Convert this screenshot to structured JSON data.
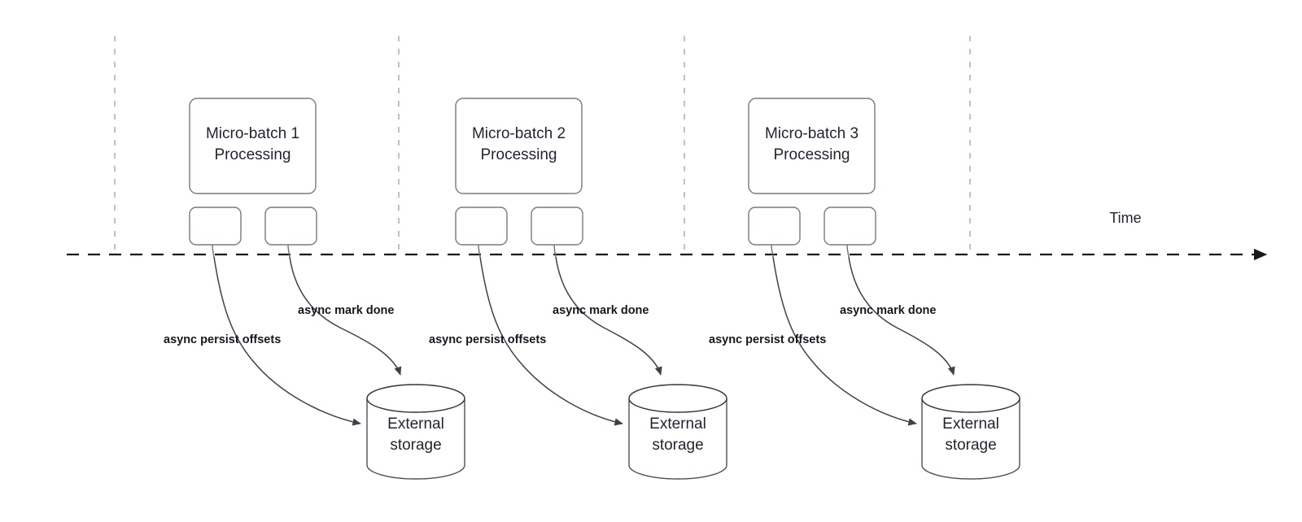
{
  "diagram": {
    "title_axis": "Time",
    "colors": {
      "box_stroke": "#767b84",
      "cylinder_stroke": "#4c525c",
      "timeline": "#16191f",
      "guide": "#b6b9bd",
      "text": "#1f2430",
      "edge_label": "#14181f"
    },
    "batches": [
      {
        "id": "batch-1",
        "title_line1": "Micro-batch 1",
        "title_line2": "Processing",
        "storage_line1": "External",
        "storage_line2": "storage",
        "edge_persist": "async persist offsets",
        "edge_mark": "async mark done"
      },
      {
        "id": "batch-2",
        "title_line1": "Micro-batch 2",
        "title_line2": "Processing",
        "storage_line1": "External",
        "storage_line2": "storage",
        "edge_persist": "async persist offsets",
        "edge_mark": "async mark done"
      },
      {
        "id": "batch-3",
        "title_line1": "Micro-batch 3",
        "title_line2": "Processing",
        "storage_line1": "External",
        "storage_line2": "storage",
        "edge_persist": "async persist offsets",
        "edge_mark": "async mark done"
      }
    ]
  }
}
